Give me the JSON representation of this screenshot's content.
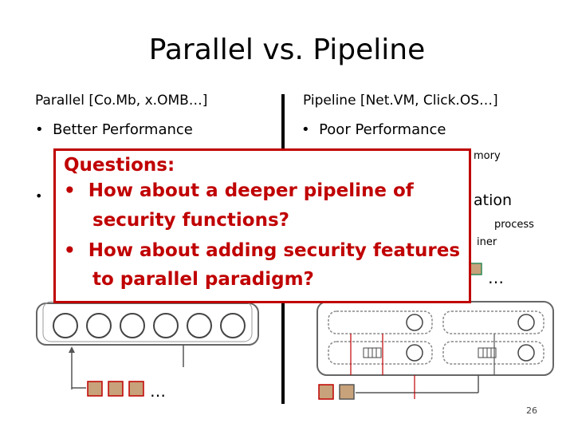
{
  "title": "Parallel vs. Pipeline",
  "left": {
    "heading": "Parallel [Co.Mb, x.OMB…]",
    "bullets": [
      "Better Performance"
    ],
    "ellipsis": "…"
  },
  "right": {
    "heading": "Pipeline [Net.VM, Click.OS…]",
    "bullets": [
      "Poor Performance"
    ],
    "partial_texts": [
      "mory",
      "ation",
      "process",
      "iner"
    ],
    "ellipsis": "…"
  },
  "callout": {
    "heading": "Questions:",
    "q1_line1": "How about a deeper pipeline of",
    "q1_line2": "security functions?",
    "q2_line1": "How about adding security features",
    "q2_line2": "to parallel paradigm?",
    "bullet_char": "•"
  },
  "page_number": "26",
  "colors": {
    "callout_border": "#c00000",
    "callout_text": "#c00000",
    "packet": "#c8a27a",
    "packet_border": "#c00000"
  }
}
